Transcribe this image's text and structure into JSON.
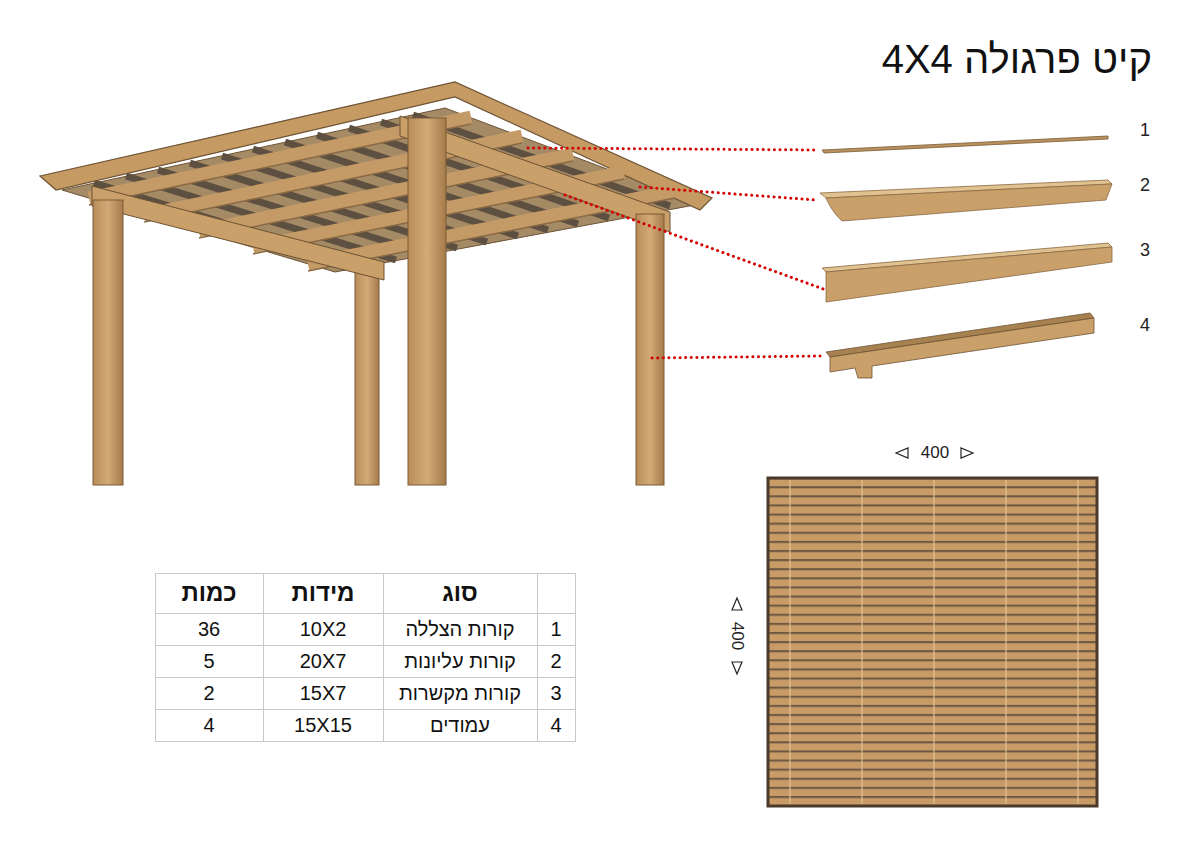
{
  "diagram": {
    "title": "קיט פרגולה 4X4",
    "labels": [
      "1",
      "2",
      "3",
      "4",
      "400",
      "400",
      "סוג",
      "מידות",
      "כמות",
      "1",
      "קורות הצללה",
      "10X2",
      "36",
      "2",
      "קורות עליונות",
      "20X7",
      "5",
      "3",
      "קורות מקשרות",
      "15X7",
      "2",
      "4",
      "עמודים",
      "15X15",
      "4"
    ]
  }
}
